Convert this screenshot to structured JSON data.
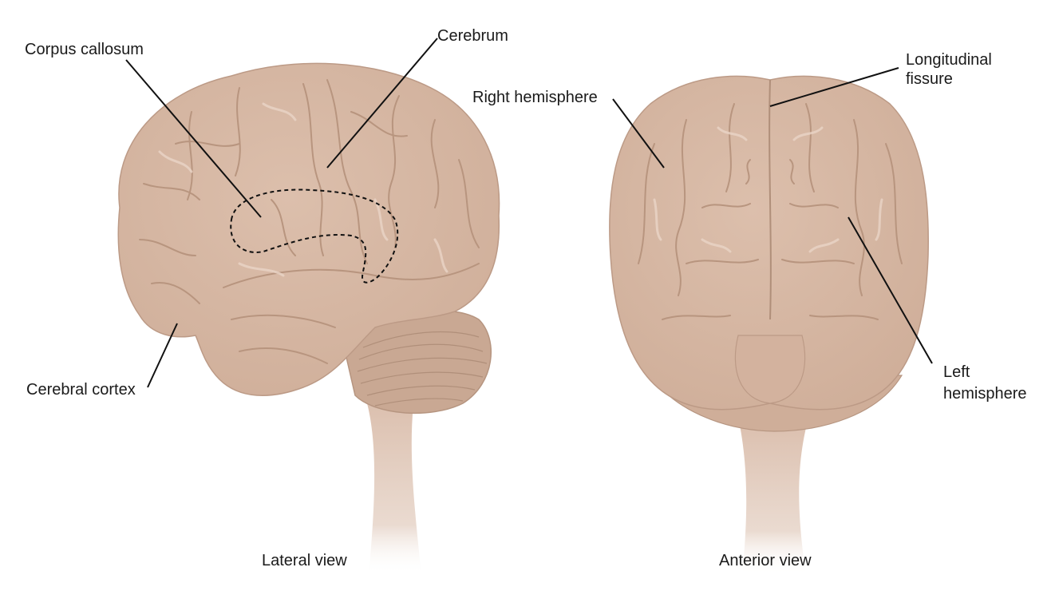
{
  "labels": {
    "corpus_callosum": "Corpus callosum",
    "cerebrum": "Cerebrum",
    "cerebral_cortex": "Cerebral cortex",
    "right_hemisphere": "Right hemisphere",
    "longitudinal_fissure_line1": "Longitudinal",
    "longitudinal_fissure_line2": "fissure",
    "left_hemisphere_line1": "Left",
    "left_hemisphere_line2": "hemisphere"
  },
  "captions": {
    "lateral": "Lateral view",
    "anterior": "Anterior view"
  },
  "colors": {
    "brain_fill": "#d8b9a6",
    "brain_shadow": "#c29f8b",
    "brain_highlight": "#ead5c7",
    "leader_line": "#111111"
  }
}
